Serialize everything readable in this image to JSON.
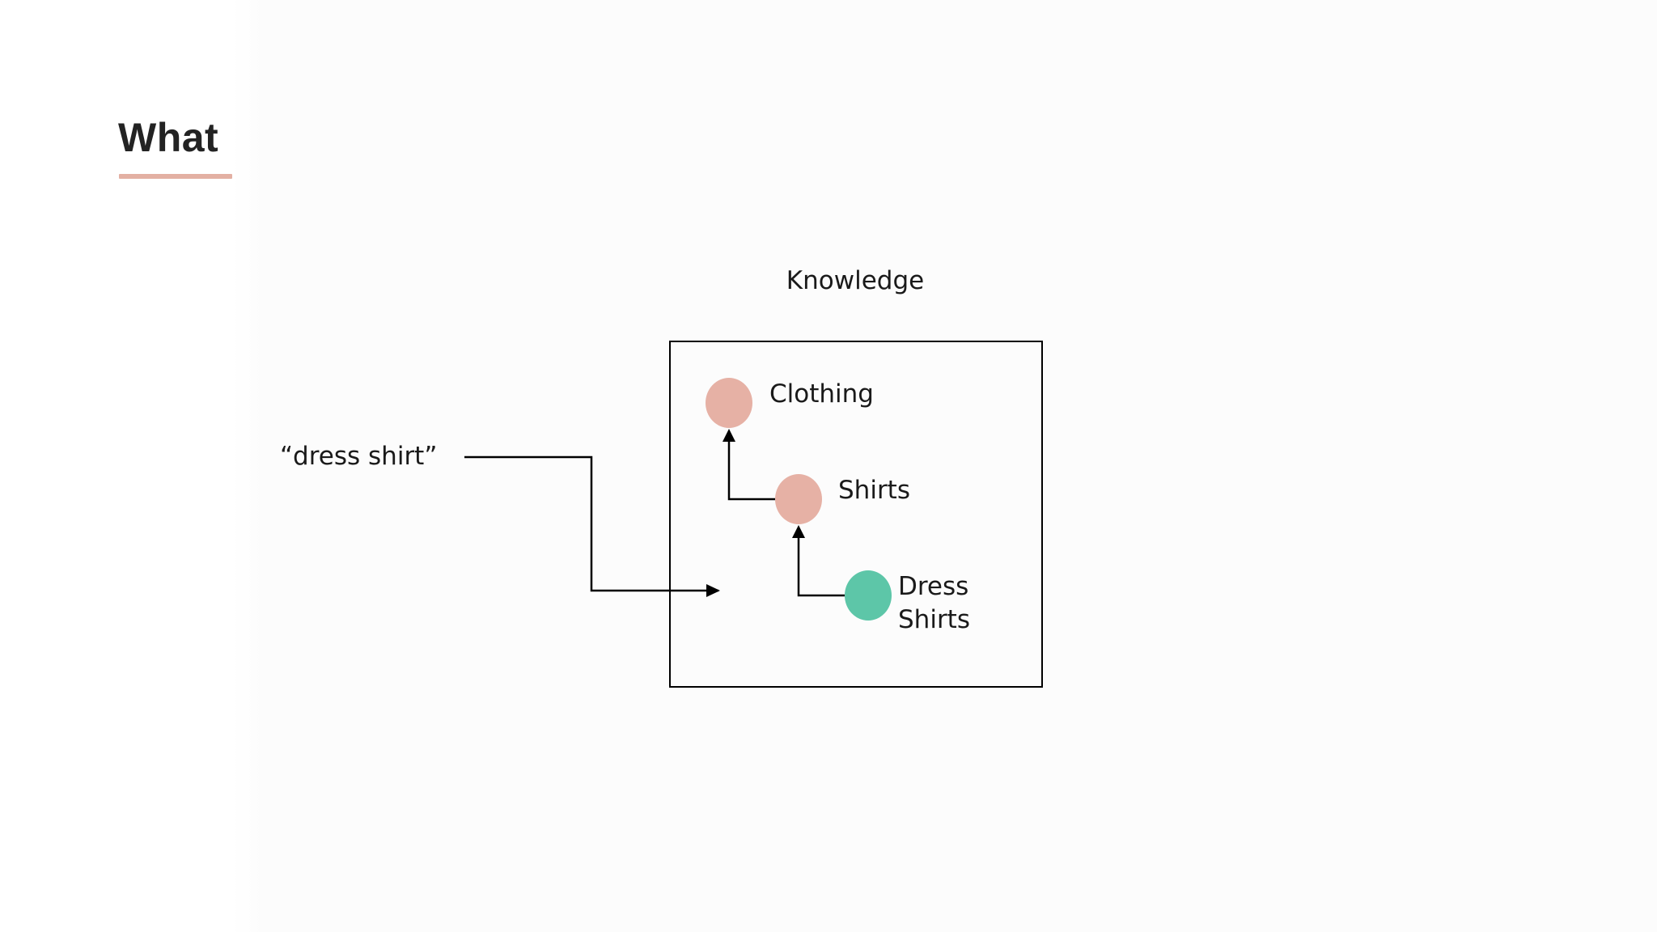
{
  "slide": {
    "title": "What"
  },
  "diagram": {
    "panel_label": "Knowledge",
    "input_label": "“dress shirt”",
    "nodes": [
      {
        "label": "Clothing",
        "color": "#e6b1a5"
      },
      {
        "label": "Shirts",
        "color": "#e6b1a5"
      },
      {
        "label_line1": "Dress",
        "label_line2": "Shirts",
        "color": "#5dc6a8"
      }
    ]
  },
  "colors": {
    "accent_underline": "#e3b0a3",
    "line": "#000000"
  }
}
